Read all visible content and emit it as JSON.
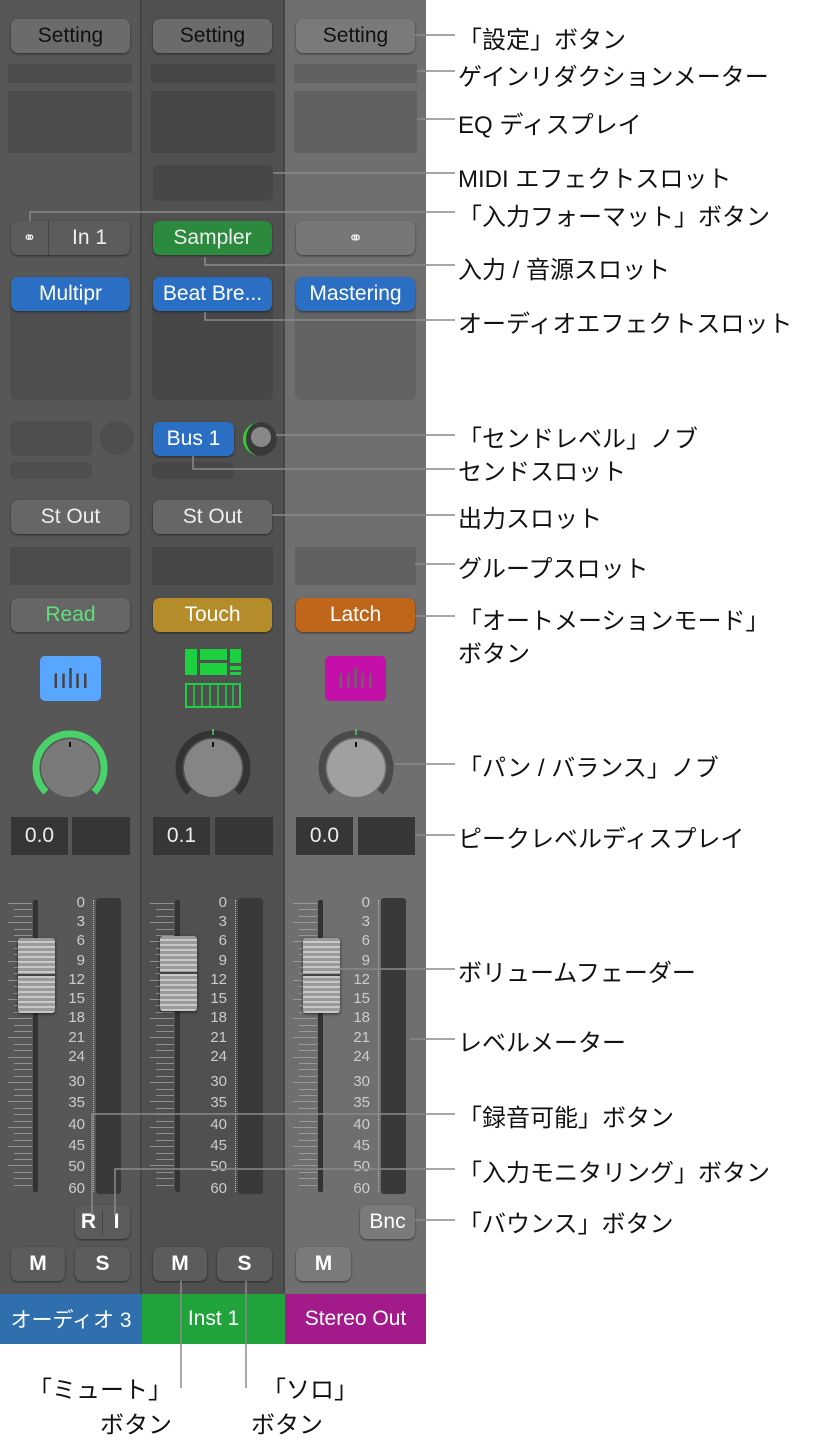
{
  "strips": [
    {
      "setting": "Setting",
      "input": "In 1",
      "audio_fx": "Multipr",
      "output": "St Out",
      "automation": "Read",
      "peak": "0.0",
      "name": "オーディオ 3",
      "mute": "M",
      "solo": "S",
      "record": "R",
      "input_monitor": "I",
      "automation_color": "#666666",
      "automation_text_color": "#5fe07a",
      "name_color": "#2f6fae",
      "icon": "audio-waveform-icon"
    },
    {
      "setting": "Setting",
      "input": "Sampler",
      "audio_fx": "Beat Bre...",
      "send": "Bus 1",
      "output": "St Out",
      "automation": "Touch",
      "peak": "0.1",
      "name": "Inst 1",
      "mute": "M",
      "solo": "S",
      "automation_color": "#b58c2a",
      "name_color": "#1fa33a",
      "icon": "instrument-keyboard-icon"
    },
    {
      "setting": "Setting",
      "audio_fx": "Mastering",
      "automation": "Latch",
      "peak": "0.0",
      "name": "Stereo Out",
      "mute": "M",
      "bounce": "Bnc",
      "automation_color": "#c0661a",
      "name_color": "#a31a8a",
      "icon": "audio-waveform-icon"
    }
  ],
  "scale": [
    "0",
    "3",
    "6",
    "9",
    "12",
    "15",
    "18",
    "21",
    "24",
    "30",
    "35",
    "40",
    "45",
    "50",
    "60"
  ],
  "callouts": [
    "「設定」ボタン",
    "ゲインリダクションメーター",
    "EQ ディスプレイ",
    "MIDI エフェクトスロット",
    "「入力フォーマット」ボタン",
    "入力 / 音源スロット",
    "オーディオエフェクトスロット",
    "「センドレベル」ノブ",
    "センドスロット",
    "出力スロット",
    "グループスロット",
    "「オートメーションモード」",
    "ボタン",
    "「パン / バランス」ノブ",
    "ピークレベルディスプレイ",
    "ボリュームフェーダー",
    "レベルメーター",
    "「録音可能」ボタン",
    "「入力モニタリング」ボタン",
    "「バウンス」ボタン"
  ],
  "bottom_callouts": {
    "mute_1": "「ミュート」",
    "mute_2": "ボタン",
    "solo_1": "「ソロ」",
    "solo_2": "ボタン"
  }
}
